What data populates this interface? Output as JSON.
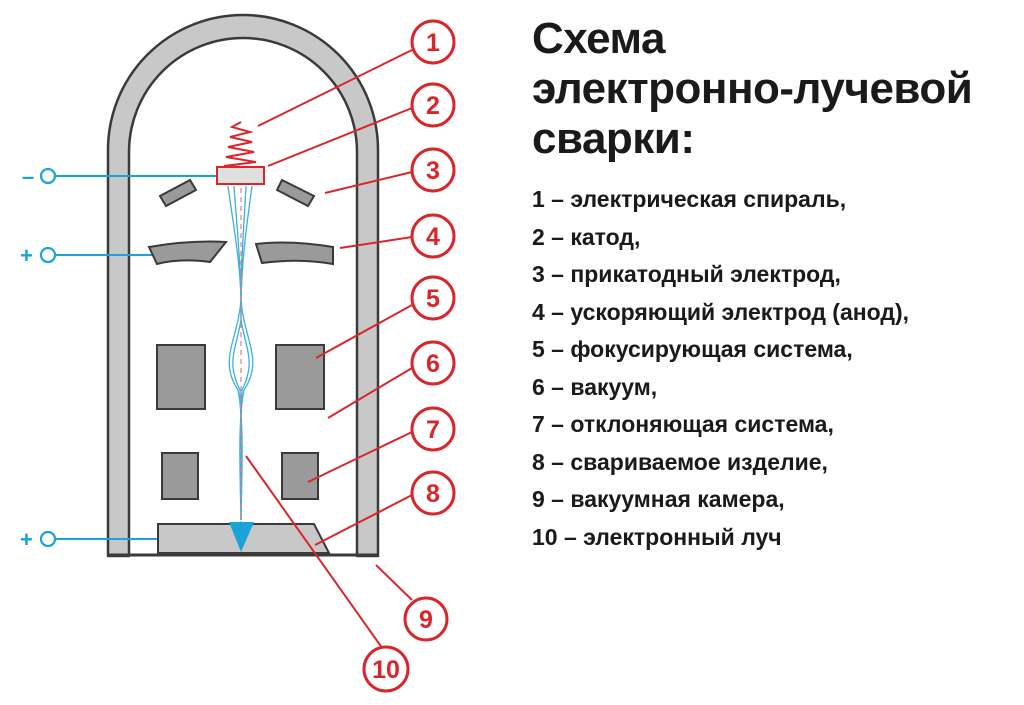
{
  "title_lines": [
    "Схема",
    "электронно-лучевой",
    "сварки:"
  ],
  "legend": [
    "1 – электрическая спираль,",
    "2 – катод,",
    "3 – прикатодный электрод,",
    "4 – ускоряющий электрод (анод),",
    "5 – фокусирующая система,",
    "6 – вакуум,",
    "7 – отклоняющая система,",
    "8 – свариваемое изделие,",
    "9 – вакуумная камера,",
    "10 – электронный луч"
  ],
  "callouts": [
    "1",
    "2",
    "3",
    "4",
    "5",
    "6",
    "7",
    "8",
    "9",
    "10"
  ],
  "terminals": [
    "–",
    "+",
    "+"
  ],
  "colors": {
    "callout_red": "#d9262b",
    "wire_blue": "#1aa3d8",
    "chamber_gray": "#c8c8c8",
    "block_gray": "#9a9a9a",
    "outline": "#3a3a3a",
    "text": "#1a1a1a"
  }
}
